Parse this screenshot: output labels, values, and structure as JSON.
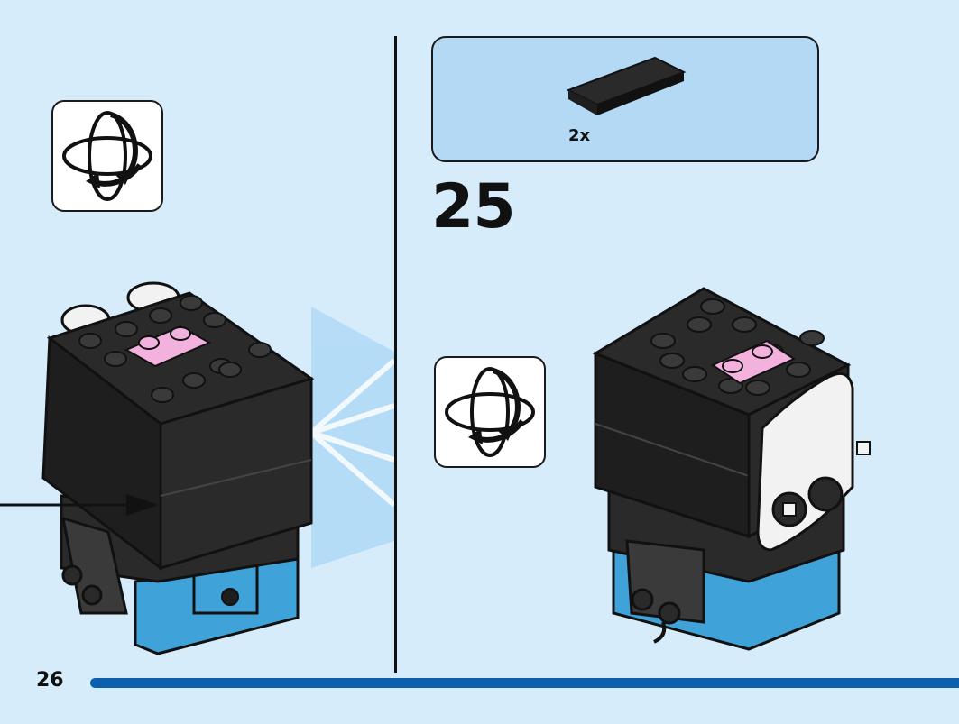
{
  "page": {
    "page_number": "26",
    "colors": {
      "background": "#d6ecfb",
      "parts_box": "#b4d9f5",
      "progress_bar": "#0b5fae",
      "brick_black": "#2a2a2a",
      "brick_pink": "#f3b1dd",
      "brick_blue": "#3fa2d9",
      "brick_white": "#f2f2f2"
    }
  },
  "left_panel": {
    "rotate_icon": "rotate-model-icon"
  },
  "right_panel": {
    "parts_callout": {
      "part": "black-flat-tile-2x4",
      "quantity_label": "2x"
    },
    "step_number": "25",
    "rotate_icon": "rotate-model-icon"
  }
}
